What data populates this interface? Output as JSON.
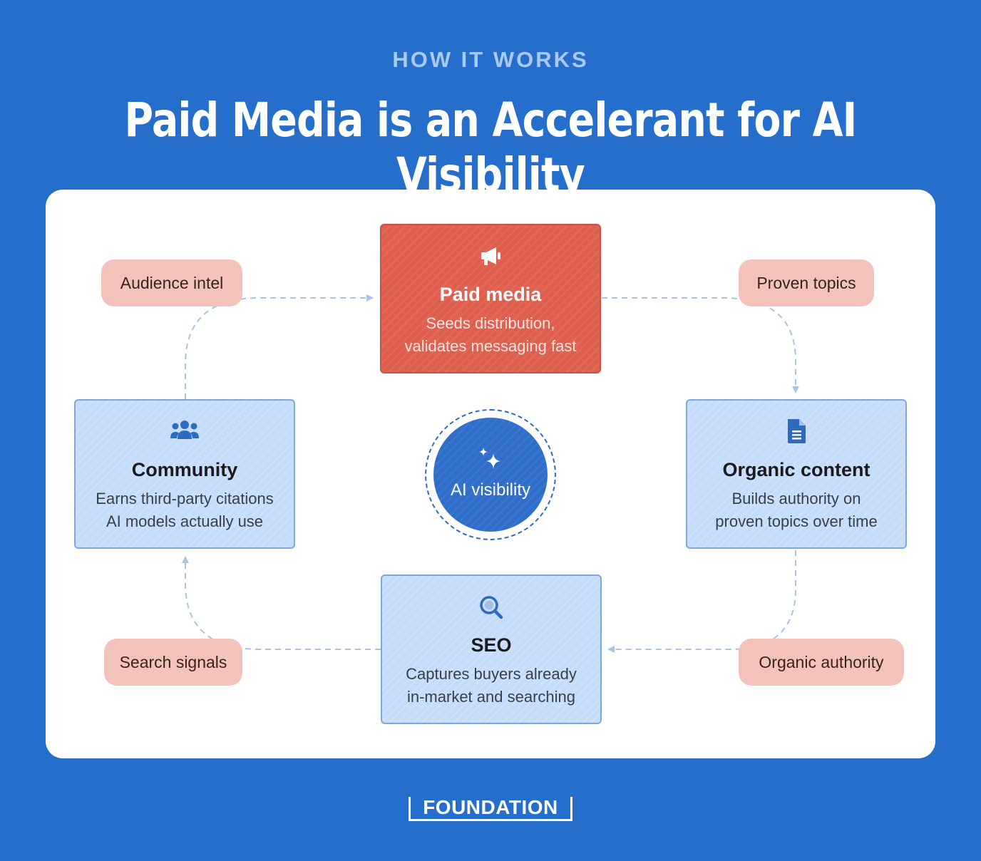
{
  "header": {
    "eyebrow": "HOW IT WORKS",
    "title": "Paid Media is an Accelerant for AI Visibility"
  },
  "hub": {
    "label": "AI visibility",
    "icon": "sparkles-icon"
  },
  "cards": {
    "paid_media": {
      "title": "Paid media",
      "desc_line1": "Seeds distribution,",
      "desc_line2": "validates messaging fast",
      "icon": "megaphone-icon"
    },
    "organic_content": {
      "title": "Organic content",
      "desc_line1": "Builds authority on",
      "desc_line2": "proven topics over time",
      "icon": "document-icon"
    },
    "seo": {
      "title": "SEO",
      "desc_line1": "Captures buyers already",
      "desc_line2": "in-market and searching",
      "icon": "search-icon"
    },
    "community": {
      "title": "Community",
      "desc_line1": "Earns third-party citations",
      "desc_line2": "AI models actually use",
      "icon": "people-icon"
    }
  },
  "flow_labels": {
    "audience_intel": "Audience intel",
    "proven_topics": "Proven topics",
    "organic_authority": "Organic authority",
    "search_signals": "Search signals"
  },
  "brand": "FOUNDATION",
  "colors": {
    "background": "#256ecb",
    "paid_card": "#df5f4f",
    "blue_card": "#c5ddfa",
    "pill": "#f2c2bb",
    "hub": "#2f6fca",
    "arrow": "#a7c3e6"
  }
}
